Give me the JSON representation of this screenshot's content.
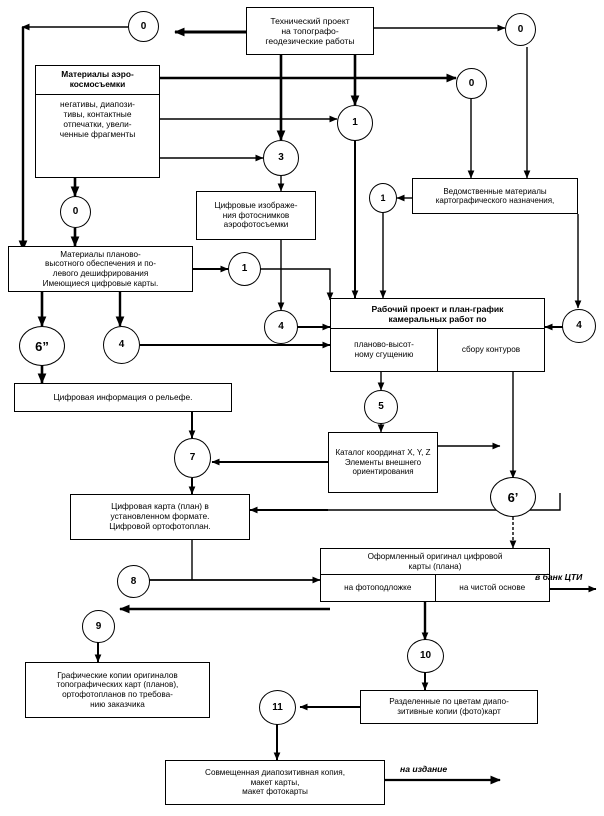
{
  "diagram": {
    "title_hidden": "",
    "boxes": [
      {
        "id": "tech_project",
        "text": "Технический проект\nна топографо-\nгеодезические работы"
      },
      {
        "id": "aerospace_header",
        "text": "Материалы аэро-\nкосмосъемки"
      },
      {
        "id": "aerospace_items",
        "text": "негативы, диапози-\nтивы, контактные\nотпечатки,  увели-\nченные фрагменты"
      },
      {
        "id": "digital_images",
        "text": "Цифровые изображе-\nния фотоснимков\nаэрофотосъемки"
      },
      {
        "id": "dept_materials",
        "text": "Ведомственные материалы\nкартографического назначения,"
      },
      {
        "id": "plan_height_materials",
        "text": "Материалы планово-\nвысотного обеспечения и по-\nлевого дешифрирования\nИмеющиеся цифровые карты."
      },
      {
        "id": "work_project_header",
        "text": "Рабочий проект и план-график\nкамеральных  работ  по"
      },
      {
        "id": "work_project_left",
        "text": "планово-высот-\nному сгущению"
      },
      {
        "id": "work_project_right",
        "text": "сбору контуров"
      },
      {
        "id": "relief_info",
        "text": "Цифровая информация о рельефе."
      },
      {
        "id": "coord_catalog",
        "text": "Каталог координат X, Y, Z\nЭлементы внешнего\nориентирования"
      },
      {
        "id": "digital_map",
        "text": "Цифровая карта (план) в\nустановленном формате.\nЦифровой ортофотоплан."
      },
      {
        "id": "formed_original_header",
        "text": "Оформленный оригинал цифровой\nкарты (плана)"
      },
      {
        "id": "formed_original_left",
        "text": "на фотоподложке"
      },
      {
        "id": "formed_original_right",
        "text": "на чистой основе"
      },
      {
        "id": "graphic_copies",
        "text": "Графические копии оригиналов\nтопографических карт (планов),\nортофотопланов по требова-\nнию заказчика"
      },
      {
        "id": "color_separated",
        "text": "Разделенные по цветам диапо-\nзитивные копии  (фото)карт"
      },
      {
        "id": "combined_copy",
        "text": "Совмещенная диапозитивная копия,\nмакет карты,\nмакет фотокарты"
      }
    ],
    "nodes": [
      {
        "id": "n_top_left",
        "label": "0"
      },
      {
        "id": "n_top_right",
        "label": "0"
      },
      {
        "id": "n_right_upper",
        "label": "0"
      },
      {
        "id": "n_center_one",
        "label": "1"
      },
      {
        "id": "n_three",
        "label": "3"
      },
      {
        "id": "n_dept_one",
        "label": "1"
      },
      {
        "id": "n_left_zero",
        "label": "0"
      },
      {
        "id": "n_mid_one",
        "label": "1"
      },
      {
        "id": "n_four_mid",
        "label": "4"
      },
      {
        "id": "n_four_right",
        "label": "4"
      },
      {
        "id": "n_six_double",
        "label": "6”"
      },
      {
        "id": "n_four_left",
        "label": "4"
      },
      {
        "id": "n_five",
        "label": "5"
      },
      {
        "id": "n_seven",
        "label": "7"
      },
      {
        "id": "n_six_prime",
        "label": "6’"
      },
      {
        "id": "n_eight",
        "label": "8"
      },
      {
        "id": "n_nine",
        "label": "9"
      },
      {
        "id": "n_ten",
        "label": "10"
      },
      {
        "id": "n_eleven",
        "label": "11"
      }
    ],
    "flow_labels": [
      {
        "id": "to_bank",
        "text": "в банк ЦТИ"
      },
      {
        "id": "to_publish",
        "text": "на издание"
      }
    ],
    "colors": {
      "line": "#000000",
      "background": "#ffffff",
      "text": "#000000"
    }
  }
}
